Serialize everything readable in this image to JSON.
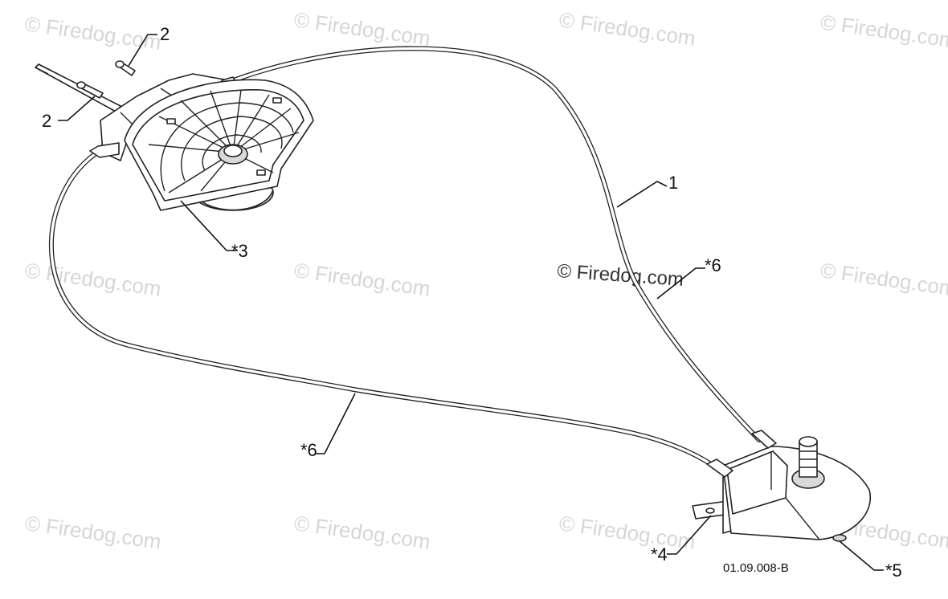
{
  "watermark_text": "© Firedog.com",
  "center_watermark": "© Firedog.com",
  "callouts": {
    "cable_1": "1",
    "bolt_top": "2",
    "bolt_left": "2",
    "control_3": "*3",
    "bracket_4": "*4",
    "deflector_5": "*5",
    "cable_6_right": "*6",
    "cable_6_left": "*6"
  },
  "reference_code": "01.09.008-B"
}
